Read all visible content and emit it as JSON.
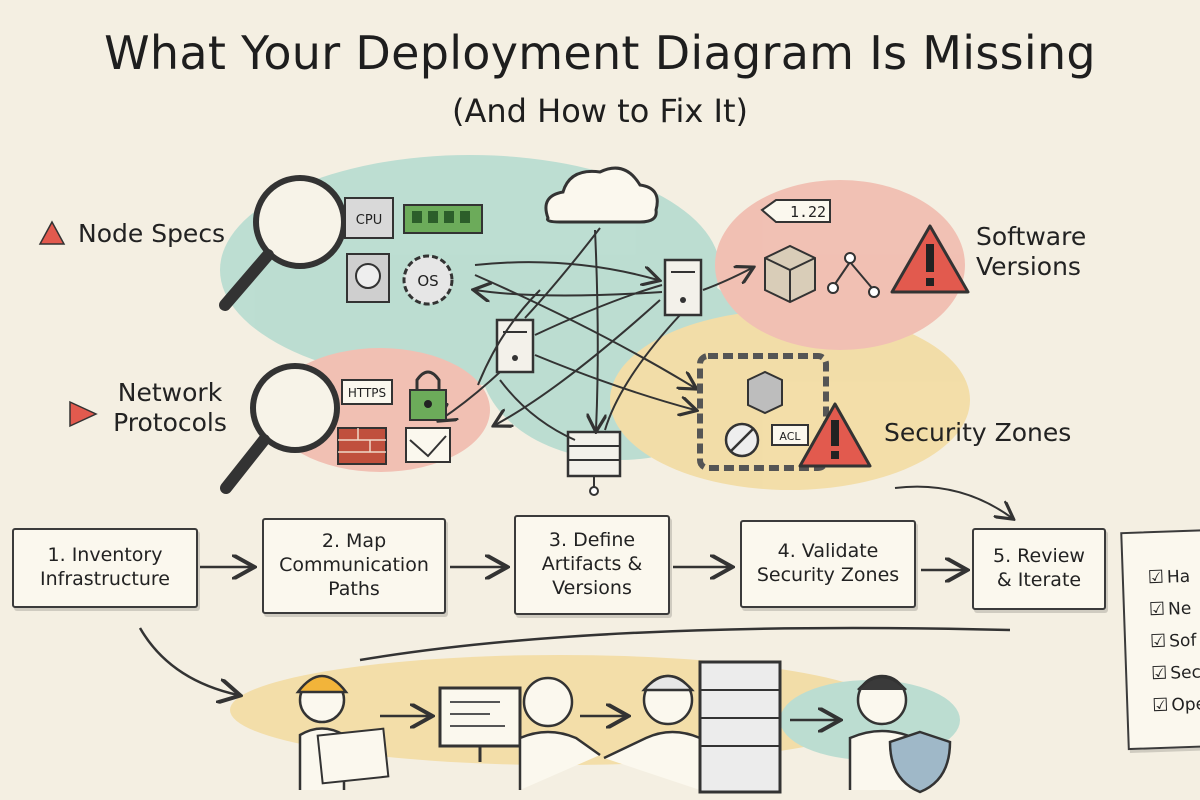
{
  "title": "What Your Deployment Diagram Is Missing",
  "subtitle": "(And How to Fix It)",
  "callouts": {
    "node_specs": "Node Specs",
    "network_protocols_line1": "Network",
    "network_protocols_line2": "Protocols",
    "software_versions_line1": "Software",
    "software_versions_line2": "Versions",
    "security_zones": "Security Zones"
  },
  "icon_text": {
    "cpu": "CPU",
    "os": "OS",
    "https": "HTTPS",
    "acl": "ACL",
    "version_tag": "1.22"
  },
  "steps": [
    {
      "line1": "1. Inventory",
      "line2": "Infrastructure",
      "line3": ""
    },
    {
      "line1": "2. Map",
      "line2": "Communication",
      "line3": "Paths"
    },
    {
      "line1": "3. Define",
      "line2": "Artifacts &",
      "line3": "Versions"
    },
    {
      "line1": "4. Validate",
      "line2": "Security Zones",
      "line3": ""
    },
    {
      "line1": "5. Review",
      "line2": "& Iterate",
      "line3": ""
    }
  ],
  "checklist": {
    "items": [
      "Ha",
      "Ne",
      "Sof",
      "Sec",
      "Ope"
    ]
  },
  "colors": {
    "background": "#f4efe2",
    "teal_wash": "#8fcfc4",
    "red_wash": "#ef9a8e",
    "yellow_wash": "#f2cf7a",
    "warning_red": "#e25a4e",
    "ink": "#262626"
  }
}
